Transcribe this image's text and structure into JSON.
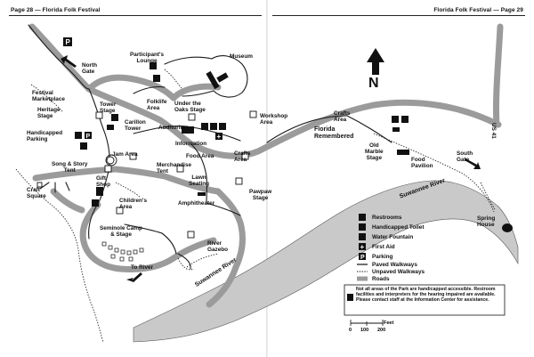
{
  "header": {
    "left": "Page 28 — Florida Folk Festival",
    "right": "Florida Folk Festival — Page 29"
  },
  "compass": {
    "letter": "N"
  },
  "areas": {
    "north_gate": "North\nGate",
    "participants_lounge": "Participant's\nLounge",
    "museum": "Museum",
    "festival_marketplace": "Festival\nMarketplace",
    "heritage_stage": "Heritage\nStage",
    "tower_stage": "Tower\nStage",
    "carillon_tower": "Carillon\nTower",
    "folklife_area": "Folklife\nArea",
    "under_oaks_stage": "Under the\nOaks Stage",
    "auditorium": "Auditorium",
    "information": "Information",
    "handicapped_parking": "Handicapped\nParking",
    "workshop_area": "Workshop\nArea",
    "jam_area": "Jam Area",
    "food_area_left": "Food Area",
    "crafts_area_mid": "Crafts\nArea",
    "song_story_tent": "Song & Story\nTent",
    "merchandise_tent": "Merchandise\nTent",
    "lawn_seating": "Lawn\nSeating",
    "craft_square": "Craft\nSquare",
    "gift_shop": "Gift\nShop",
    "childrens_area": "Children's\nArea",
    "amphitheater": "Amphitheater",
    "pawpaw_stage": "Pawpaw\nStage",
    "seminole_camp": "Seminole Camp\n& Stage",
    "to_river": "To River",
    "river_gazebo": "River\nGazebo",
    "suwannee_left": "Suwannee River",
    "crafts_area_right": "Crafts\nArea",
    "florida_remembered": "Florida\nRemembered",
    "old_marble_stage": "Old\nMarble\nStage",
    "food_pavilion": "Food\nPavilion",
    "south_gate": "South\nGate",
    "us41": "US 41",
    "suwannee_right": "Suwannee River",
    "spring_house": "Spring\nHouse"
  },
  "legend": {
    "restrooms": "Restrooms",
    "handicapped_toilet": "Handicapped Toilet",
    "water_fountain": "Water Fountain",
    "first_aid": "First Aid",
    "parking": "Parking",
    "paved": "Paved Walkways",
    "unpaved": "Unpaved Walkways",
    "roads": "Roads"
  },
  "icon_letters": {
    "parking": "P",
    "first_aid": "+"
  },
  "notice": "Not all areas of the Park are handicapped accessible. Restroom facilities and interpreters for the hearing impaired are available. Please contact staff at the Information Center for assistance.",
  "scale": {
    "feet_label": "Feet",
    "ticks": [
      "0",
      "100",
      "200"
    ]
  }
}
